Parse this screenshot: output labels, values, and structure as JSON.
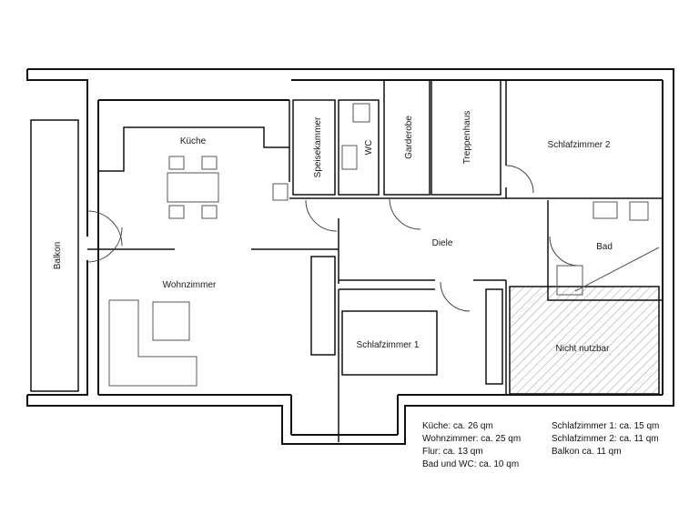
{
  "rooms": {
    "kueche": "Küche",
    "speisekammer": "Speisekammer",
    "wc": "WC",
    "garderobe": "Garderobe",
    "treppenhaus": "Treppenhaus",
    "schlafzimmer2": "Schlafzimmer 2",
    "balkon": "Balkon",
    "diele": "Diele",
    "bad": "Bad",
    "wohnzimmer": "Wohnzimmer",
    "schlafzimmer1": "Schlafzimmer 1",
    "nicht_nutzbar": "Nicht nutzbar"
  },
  "areas": {
    "left": [
      "Küche: ca. 26 qm",
      "Wohnzimmer: ca. 25 qm",
      "Flur: ca. 13 qm",
      "Bad und WC: ca. 10 qm"
    ],
    "right": [
      "Schlafzimmer 1: ca. 15 qm",
      "Schlafzimmer 2: ca. 11 qm",
      "Balkon ca. 11 qm"
    ]
  },
  "colors": {
    "wall": "#111111",
    "hatch": "#9a9a9a",
    "fixture": "#555555"
  }
}
